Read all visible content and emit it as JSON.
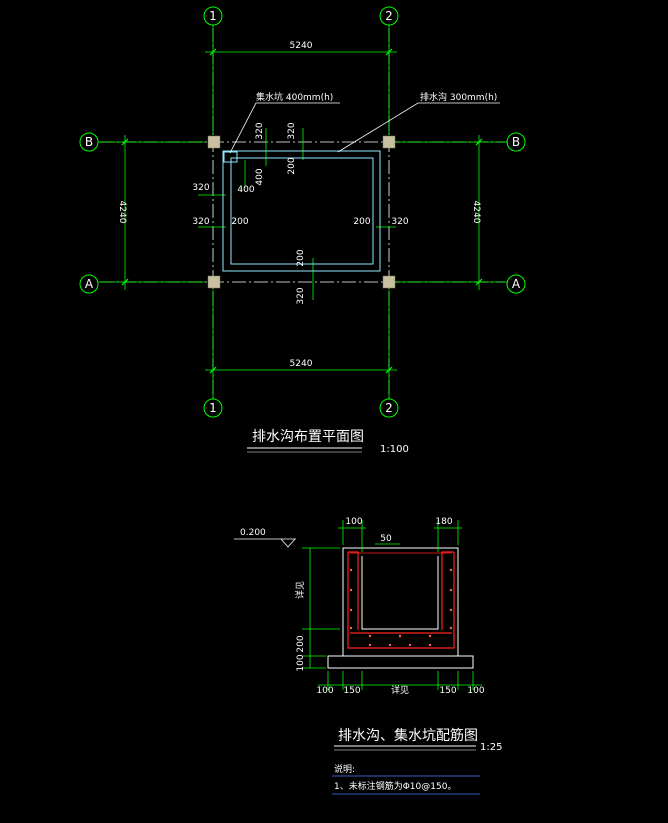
{
  "plan": {
    "axes": {
      "axis_1": "1",
      "axis_2": "2",
      "axis_a": "A",
      "axis_b": "B"
    },
    "dims": {
      "span_x": "5240",
      "span_y": "4240",
      "d320": "320",
      "d200": "200",
      "d400": "400"
    },
    "labels": {
      "sump": "集水坑 400mm(h)",
      "drain": "排水沟 300mm(h)"
    },
    "title": "排水沟布置平面图",
    "scale": "1:100"
  },
  "section": {
    "level": "0.200",
    "dims": {
      "d100": "100",
      "d180": "180",
      "d50": "50",
      "d200": "200",
      "d150": "150",
      "depth": "详见",
      "width": "详见"
    },
    "title": "排水沟、集水坑配筋图",
    "scale": "1:25",
    "notes_title": "说明:",
    "note1": "1、未标注钢筋为Φ10@150。"
  },
  "colors": {
    "axis": "#00ff00",
    "wall": "#8fe8ff",
    "column": "#c8c0a0",
    "rebar": "#ff2020",
    "concrete": "#ffffff",
    "text": "#ffffff"
  }
}
